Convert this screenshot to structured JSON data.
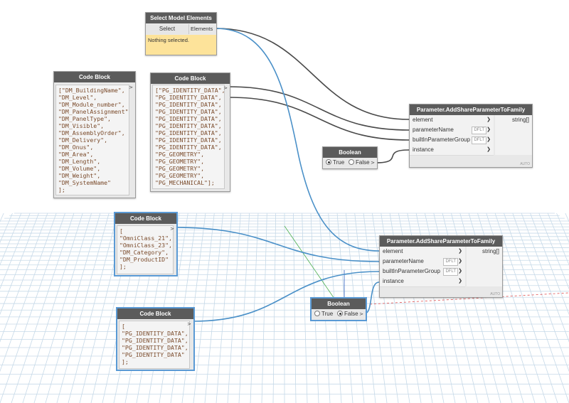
{
  "canvas": {
    "wire_color_dark": "#4a4a4a",
    "wire_color_selected": "#4a90c8",
    "grid_color": "#c6d9e8"
  },
  "select_node": {
    "title": "Select Model Elements",
    "button": "Select",
    "output": "Elements",
    "status": "Nothing selected."
  },
  "code_block_1": {
    "title": "Code Block",
    "lines": [
      "[\"DM_BuildingName\",",
      "\"DM_Level\",",
      "\"DM_Module_number\",",
      "\"DM_PanelAssignment\",",
      "\"DM_PanelType\",",
      "\"DM_Visible\",",
      "\"DM_AssemblyOrder\",",
      "\"DM_Delivery\",",
      "\"DM_Onus\",",
      "\"DM_Area\",",
      "\"DM_Length\",",
      "\"DM_Volume\",",
      "\"DM_Weight\",",
      "\"DM_SystemName\"",
      "];"
    ],
    "port": ">"
  },
  "code_block_2": {
    "title": "Code Block",
    "lines": [
      "[\"PG_IDENTITY_DATA\",",
      "\"PG_IDENTITY_DATA\",",
      "\"PG_IDENTITY_DATA\",",
      "\"PG_IDENTITY_DATA\",",
      "\"PG_IDENTITY_DATA\",",
      "\"PG_IDENTITY_DATA\",",
      "\"PG_IDENTITY_DATA\",",
      "\"PG_IDENTITY_DATA\",",
      "\"PG_IDENTITY_DATA\",",
      "\"PG_GEOMETRY\",",
      "\"PG_GEOMETRY\",",
      "\"PG_GEOMETRY\",",
      "\"PG_GEOMETRY\",",
      "\"PG_MECHANICAL\"];"
    ],
    "port": ">"
  },
  "code_block_3": {
    "title": "Code Block",
    "lines": [
      "[",
      "\"OmniClass_21\",",
      "\"OmniClass_23\",",
      "\"DM_Category\",",
      "\"DM_ProductID\"",
      "];"
    ],
    "port": ">"
  },
  "code_block_4": {
    "title": "Code Block",
    "lines": [
      "[",
      "\"PG_IDENTITY_DATA\",",
      "\"PG_IDENTITY_DATA\",",
      "\"PG_IDENTITY_DATA\",",
      "\"PG_IDENTITY_DATA\"",
      "];"
    ],
    "port": ">"
  },
  "param_node_1": {
    "title": "Parameter.AddShareParameterToFamily",
    "inputs": [
      "element",
      "parameterName",
      "builtInParameterGroup",
      "instance"
    ],
    "default_tag": "DFLT",
    "output": "string[]",
    "footer": "AUTO"
  },
  "param_node_2": {
    "title": "Parameter.AddShareParameterToFamily",
    "inputs": [
      "element",
      "parameterName",
      "builtInParameterGroup",
      "instance"
    ],
    "default_tag": "DFLT",
    "output": "string[]",
    "footer": "AUTO"
  },
  "boolean_1": {
    "title": "Boolean",
    "true_label": "True",
    "false_label": "False",
    "selected": "True",
    "port": ">"
  },
  "boolean_2": {
    "title": "Boolean",
    "true_label": "True",
    "false_label": "False",
    "selected": "False",
    "port": ">"
  }
}
